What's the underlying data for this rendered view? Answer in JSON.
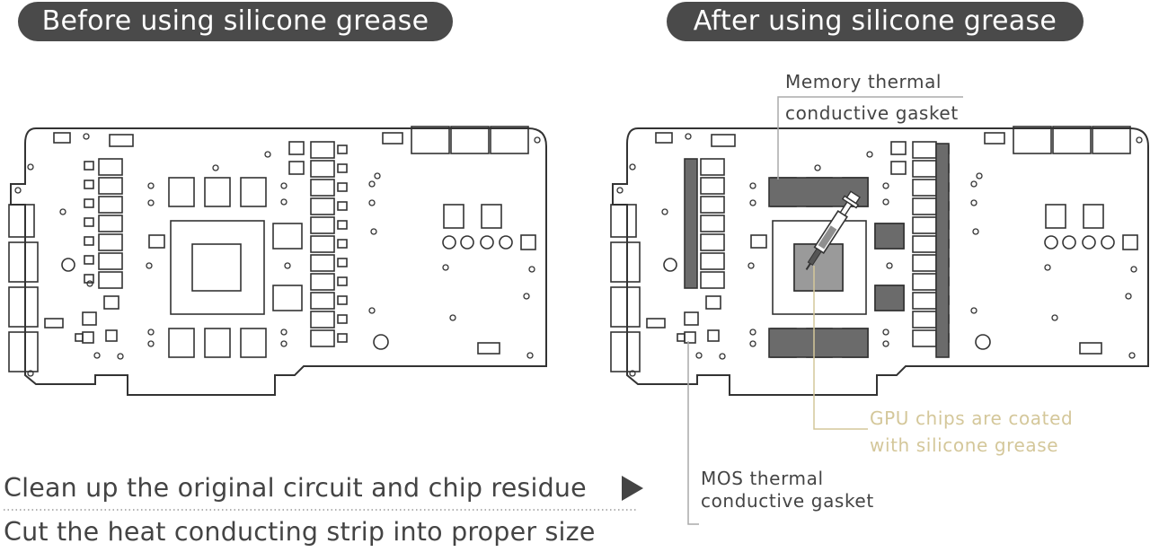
{
  "headings": {
    "before": "Before using silicone grease",
    "after": "After using silicone grease"
  },
  "callouts": {
    "memory_1": "Memory thermal",
    "memory_2": "conductive gasket",
    "gpu_1": "GPU chips are coated",
    "gpu_2": "with silicone grease",
    "mos_1": "MOS thermal",
    "mos_2": "conductive gasket"
  },
  "steps": {
    "step1": "Clean up the original circuit and chip residue",
    "step2": "Cut the heat conducting strip into proper size"
  },
  "colors": {
    "line": "#333333",
    "heading_bg": "#4a4a4a",
    "gasket": "#6b6b6b",
    "grease": "#9a9a9a",
    "gpu_callout": "#d4c79a",
    "leader": "#aaaaaa"
  },
  "icons": [
    "arrow-right-icon",
    "syringe-icon"
  ]
}
